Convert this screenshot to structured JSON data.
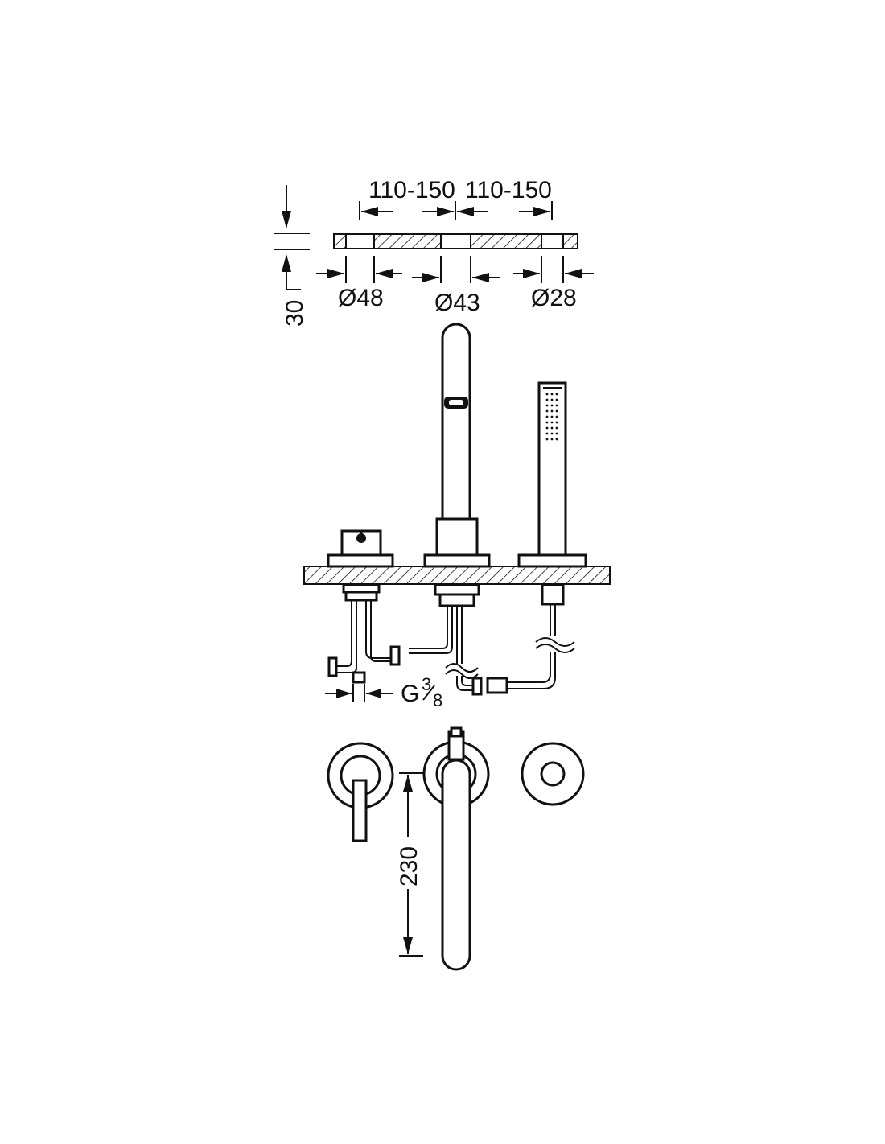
{
  "dimensions": {
    "spacing_left": "110-150",
    "spacing_right": "110-150",
    "hole_1": "Ø48",
    "hole_2": "Ø43",
    "hole_3": "Ø28",
    "deck_thickness": "30",
    "connection_letter": "G",
    "connection_num": "3",
    "connection_den": "8",
    "spout_projection": "230"
  },
  "colors": {
    "line": "#111111",
    "background": "#ffffff"
  }
}
